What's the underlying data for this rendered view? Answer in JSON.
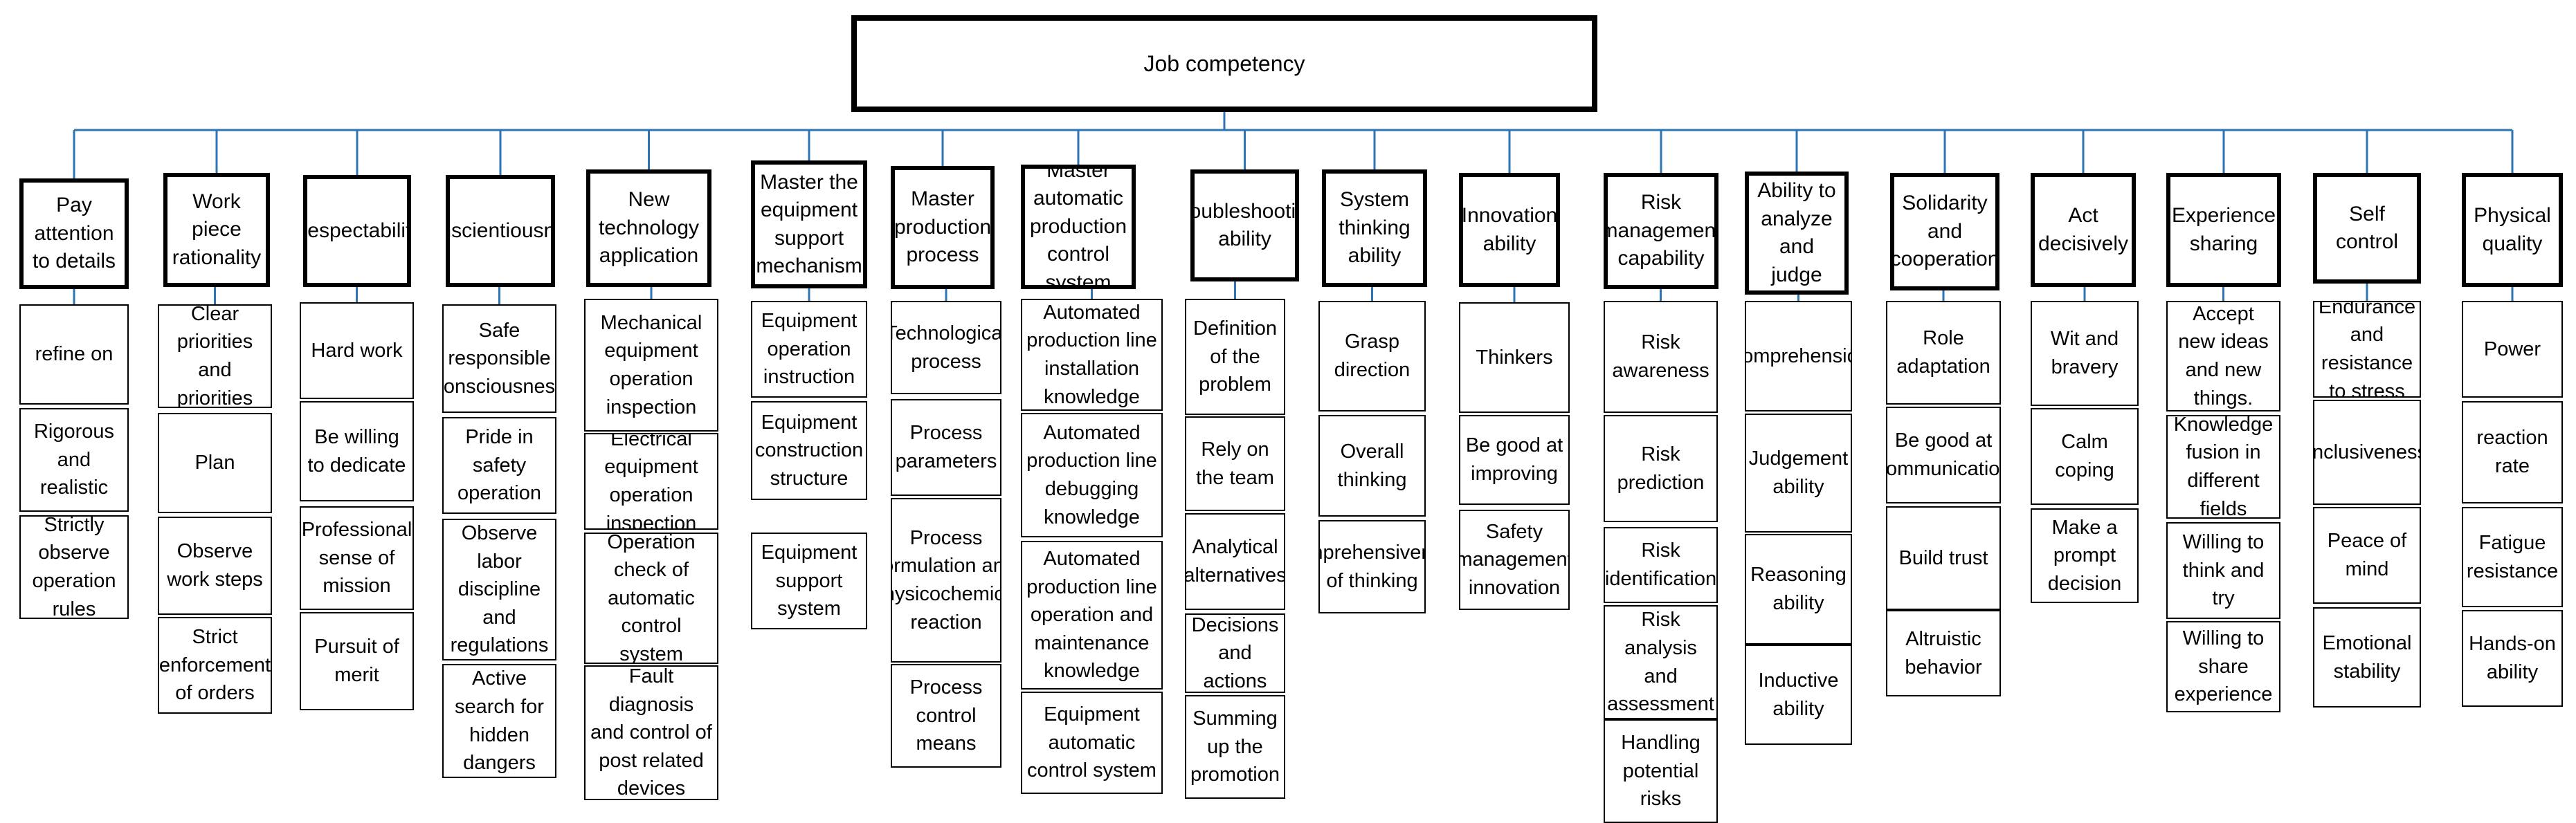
{
  "root": "Job competency",
  "categories": [
    {
      "label": "Pay attention to details",
      "items": [
        "refine on",
        "Rigorous and realistic",
        "Strictly observe operation rules"
      ]
    },
    {
      "label": "Work piece rationality",
      "items": [
        "Clear priorities and priorities",
        "Plan",
        "Observe work steps",
        "Strict enforcement of orders"
      ]
    },
    {
      "label": "Respectability",
      "items": [
        "Hard work",
        "Be willing to dedicate",
        "Professional sense of mission",
        "Pursuit of merit"
      ]
    },
    {
      "label": "Conscientiousness",
      "items": [
        "Safe responsible consciousness",
        "Pride in safety operation",
        "Observe labor discipline and regulations",
        "Active search for hidden dangers"
      ]
    },
    {
      "label": "New technology application",
      "items": [
        "Mechanical equipment operation inspection",
        "Electrical equipment operation inspection",
        "Operation check of automatic control system",
        "Fault diagnosis and control of post related devices"
      ]
    },
    {
      "label": "Master the equipment support mechanism",
      "items": [
        "Equipment operation instruction",
        "Equipment construction structure",
        "Equipment support system"
      ]
    },
    {
      "label": "Master production process",
      "items": [
        "Technological process",
        "Process parameters",
        "Process formulation and physicochemical reaction",
        "Process control means"
      ]
    },
    {
      "label": "Master automatic production control system",
      "items": [
        "Automated production line installation knowledge",
        "Automated production line debugging knowledge",
        "Automated production line operation and maintenance knowledge",
        "Equipment automatic control system"
      ]
    },
    {
      "label": "Troubleshooting ability",
      "items": [
        "Definition of the problem",
        "Rely on the team",
        "Analytical alternatives",
        "Decisions and actions",
        "Summing up the promotion"
      ]
    },
    {
      "label": "System thinking ability",
      "items": [
        "Grasp direction",
        "Overall thinking",
        "Comprehensiveness of thinking"
      ]
    },
    {
      "label": "Innovation ability",
      "items": [
        "Thinkers",
        "Be good at improving",
        "Safety management innovation"
      ]
    },
    {
      "label": "Risk management capability",
      "items": [
        "Risk awareness",
        "Risk prediction",
        "Risk identification",
        "Risk analysis and assessment",
        "Handling potential risks"
      ]
    },
    {
      "label": "Ability to analyze and judge",
      "items": [
        "Comprehension",
        "Judgement ability",
        "Reasoning ability",
        "Inductive ability"
      ]
    },
    {
      "label": "Solidarity and cooperation",
      "items": [
        "Role adaptation",
        "Be good at communication",
        "Build trust",
        "Altruistic behavior"
      ]
    },
    {
      "label": "Act decisively",
      "items": [
        "Wit and bravery",
        "Calm coping",
        "Make a prompt decision"
      ]
    },
    {
      "label": "Experience sharing",
      "items": [
        "Accept new ideas and new things.",
        "Knowledge fusion in different fields",
        "Willing to think and try",
        "Willing to share experience"
      ]
    },
    {
      "label": "Self control",
      "items": [
        "Endurance and resistance to stress",
        "Inclusiveness",
        "Peace of mind",
        "Emotional stability"
      ]
    },
    {
      "label": "Physical quality",
      "items": [
        "Power",
        "reaction rate",
        "Fatigue resistance",
        "Hands-on ability"
      ]
    }
  ],
  "colors": {
    "connector": "#2e75b6",
    "border": "#000000"
  }
}
